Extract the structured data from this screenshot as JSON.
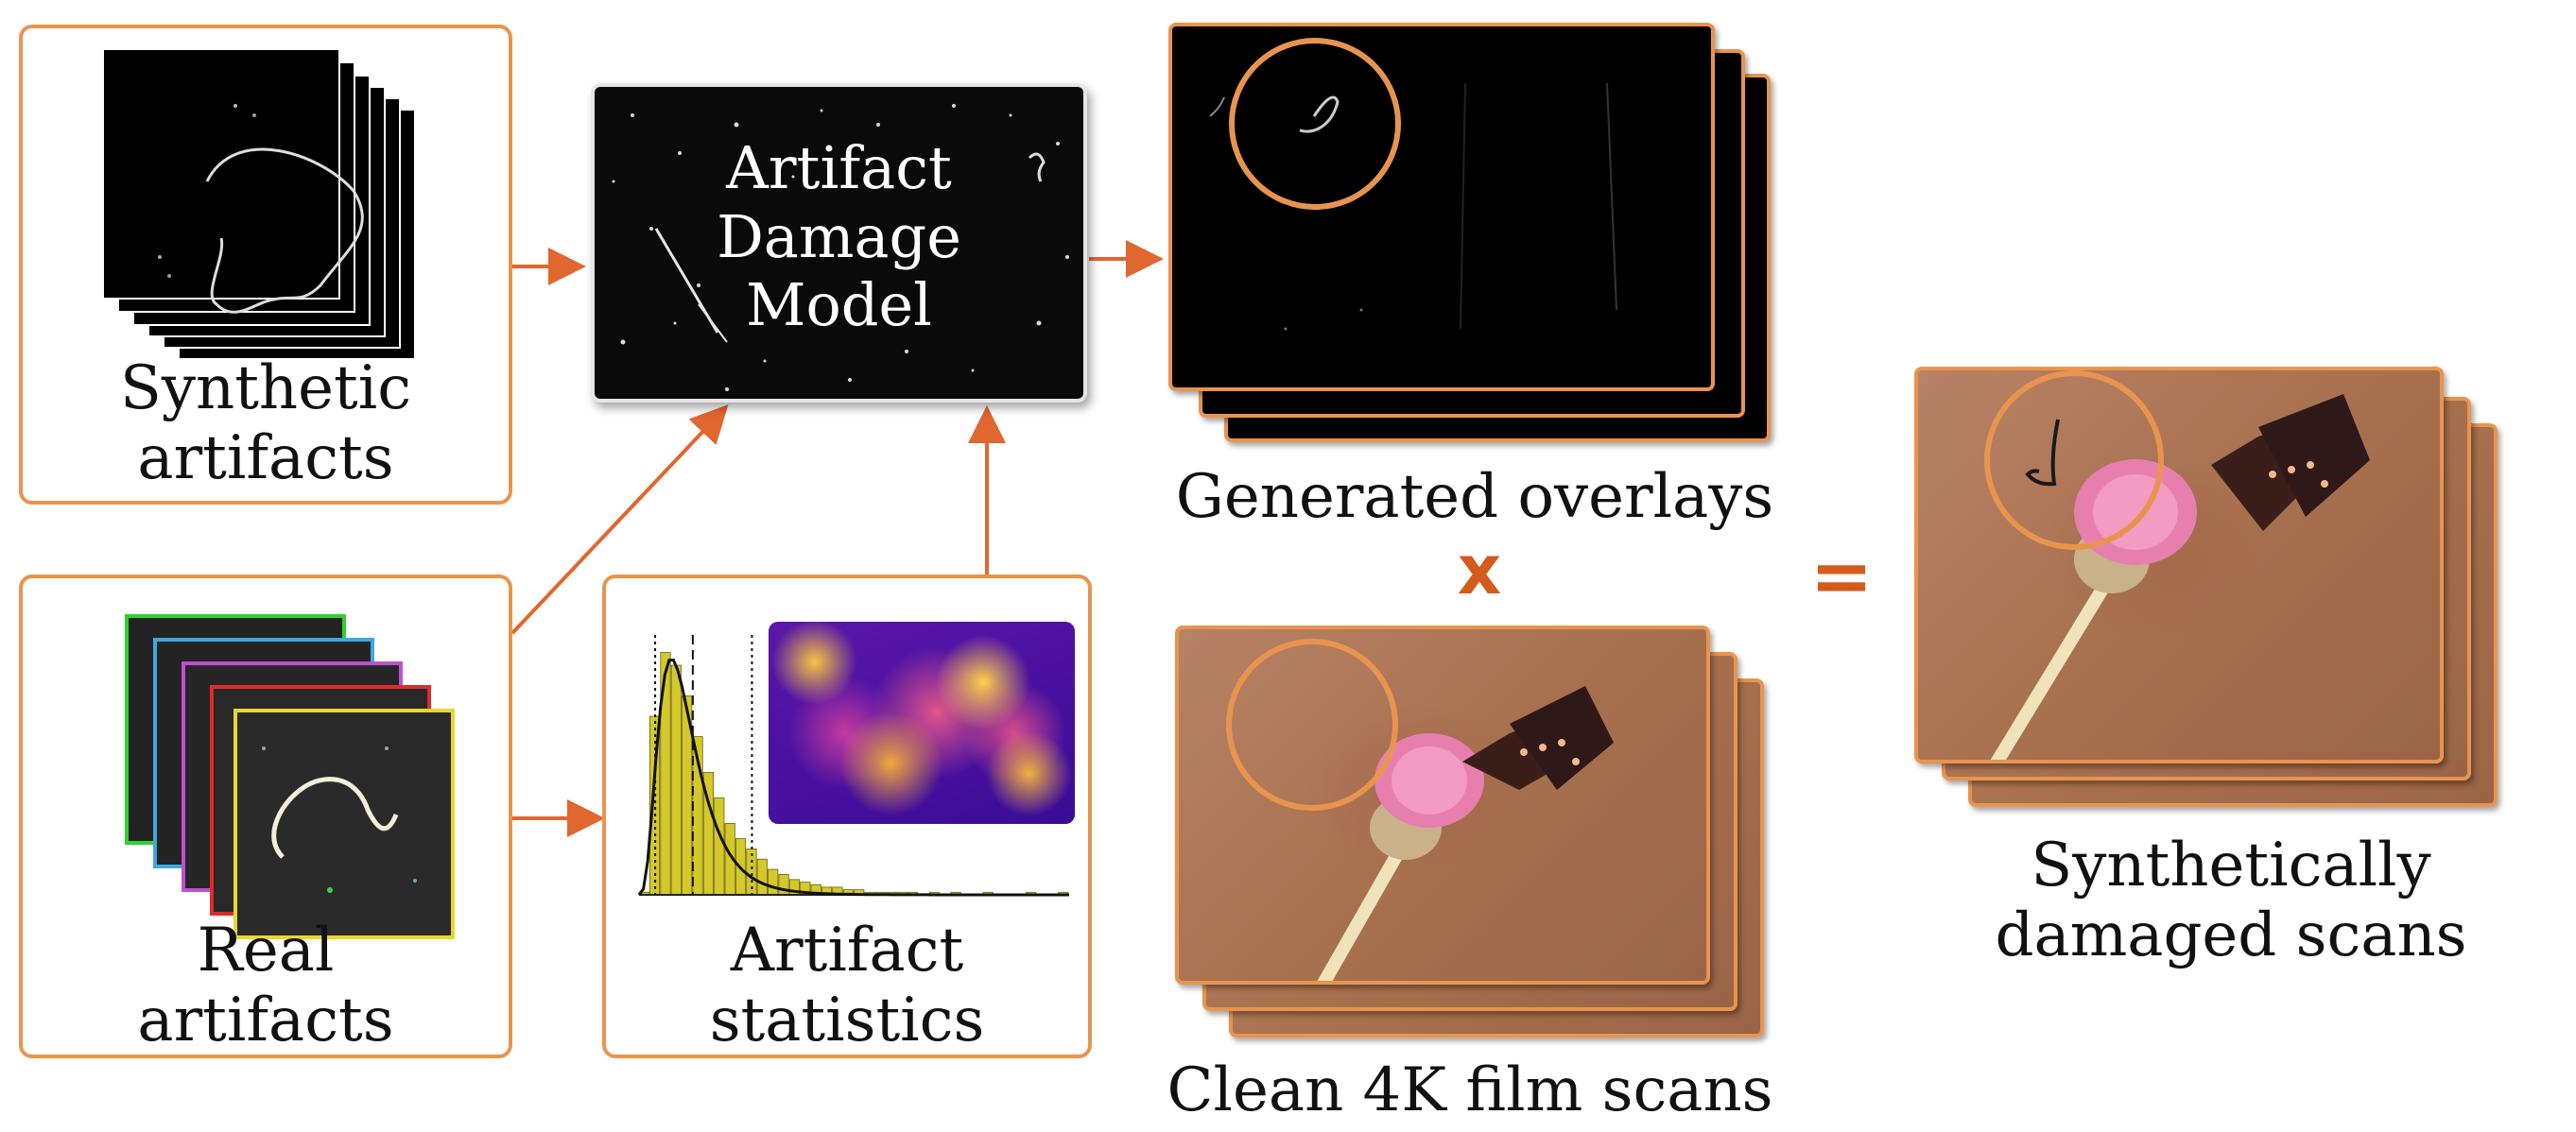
{
  "labels": {
    "synthetic": [
      "Synthetic",
      "artifacts"
    ],
    "real": [
      "Real",
      "artifacts"
    ],
    "statistics": [
      "Artifact",
      "statistics"
    ],
    "model": [
      "Artifact",
      "Damage",
      "Model"
    ],
    "overlays": "Generated overlays",
    "clean": "Clean 4K film scans",
    "result": [
      "Synthetically",
      "damaged scans"
    ]
  },
  "operators": {
    "multiply": "x",
    "equals": "="
  },
  "colors": {
    "accent": "#e8944e",
    "arrow": "#e0672f",
    "operator": "#d35b1b",
    "histogram": "#d4c82a",
    "real_tile_borders": [
      "#2fd12f",
      "#3da8e0",
      "#c050d0",
      "#e02a2a",
      "#e8d82a"
    ]
  },
  "chart_data": {
    "type": "bar",
    "title": "",
    "xlabel": "",
    "ylabel": "",
    "values": [
      1,
      70,
      95,
      90,
      78,
      62,
      48,
      38,
      28,
      22,
      18,
      14,
      10,
      8,
      6,
      5,
      4,
      3,
      3,
      2,
      2,
      1,
      1,
      1,
      1,
      1,
      0,
      1,
      0,
      1,
      0,
      0,
      1,
      0,
      0,
      0,
      1,
      0,
      0,
      1
    ],
    "ylim": [
      0,
      100
    ]
  }
}
